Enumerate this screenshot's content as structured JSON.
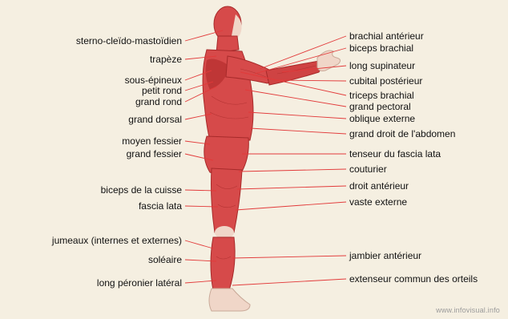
{
  "colors": {
    "background": "#f5efe1",
    "muscle": "#d64a4a",
    "muscle_dark": "#a72a2a",
    "tendon": "#f0d6c8",
    "skin": "#f3ded0",
    "leader_line": "#e23a3a"
  },
  "labels_left": [
    "sterno-cleïdo-mastoïdien",
    "trapèze",
    "sous-épineux",
    "petit rond",
    "grand rond",
    "grand dorsal",
    "moyen fessier",
    "grand fessier",
    "biceps de la cuisse",
    "fascia lata",
    "jumeaux (internes et externes)",
    "soléaire",
    "long péronier latéral"
  ],
  "labels_right": [
    "brachial antérieur",
    "biceps brachial",
    "long supinateur",
    "cubital postérieur",
    "triceps brachial",
    "grand pectoral",
    "oblique externe",
    "grand droit de l'abdomen",
    "tenseur du fascia lata",
    "couturier",
    "droit antérieur",
    "vaste externe",
    "jambier antérieur",
    "extenseur commun des orteils"
  ],
  "credit": "www.infovisual.info"
}
